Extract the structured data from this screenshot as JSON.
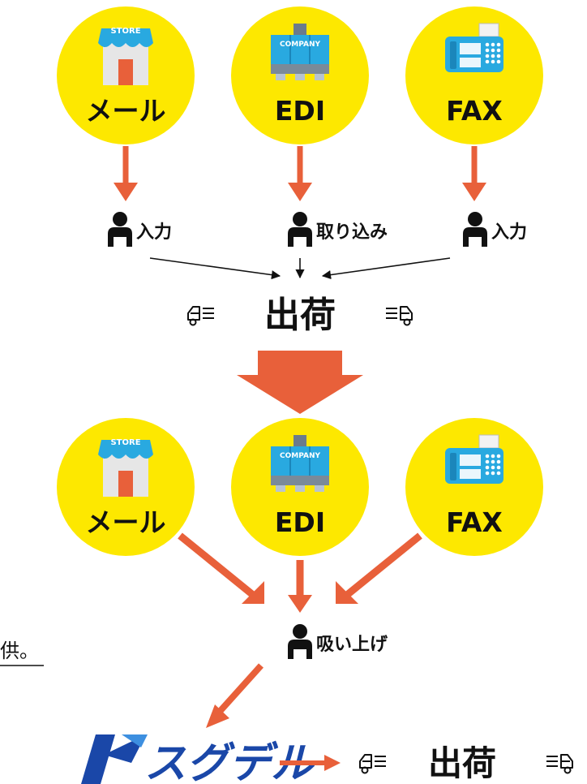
{
  "colors": {
    "circle": "#fde800",
    "arrow": "#e8603a",
    "text": "#111111",
    "store_awning": "#29a9e0",
    "building": "#29a9e0",
    "logo_blue": "#1a47a8"
  },
  "before": {
    "sources": [
      {
        "label": "メール",
        "icon": "store-icon",
        "sign": "STORE"
      },
      {
        "label": "EDI",
        "icon": "company-building-icon",
        "sign": "COMPANY"
      },
      {
        "label": "FAX",
        "icon": "fax-icon"
      }
    ],
    "workers": [
      {
        "label": "入力",
        "icon": "person-icon"
      },
      {
        "label": "取り込み",
        "icon": "person-icon"
      },
      {
        "label": "入力",
        "icon": "person-icon"
      }
    ],
    "shipping": {
      "label": "出荷",
      "icon": "truck-icon"
    }
  },
  "after": {
    "sources": [
      {
        "label": "メール",
        "icon": "store-icon",
        "sign": "STORE"
      },
      {
        "label": "EDI",
        "icon": "company-building-icon",
        "sign": "COMPANY"
      },
      {
        "label": "FAX",
        "icon": "fax-icon"
      }
    ],
    "worker": {
      "label": "吸い上げ",
      "icon": "person-icon"
    },
    "note_fragment": "供。",
    "logo": {
      "text": "スグデル",
      "icon": "sugudeli-logo-icon"
    },
    "shipping": {
      "label": "出荷",
      "icon": "truck-icon"
    }
  }
}
